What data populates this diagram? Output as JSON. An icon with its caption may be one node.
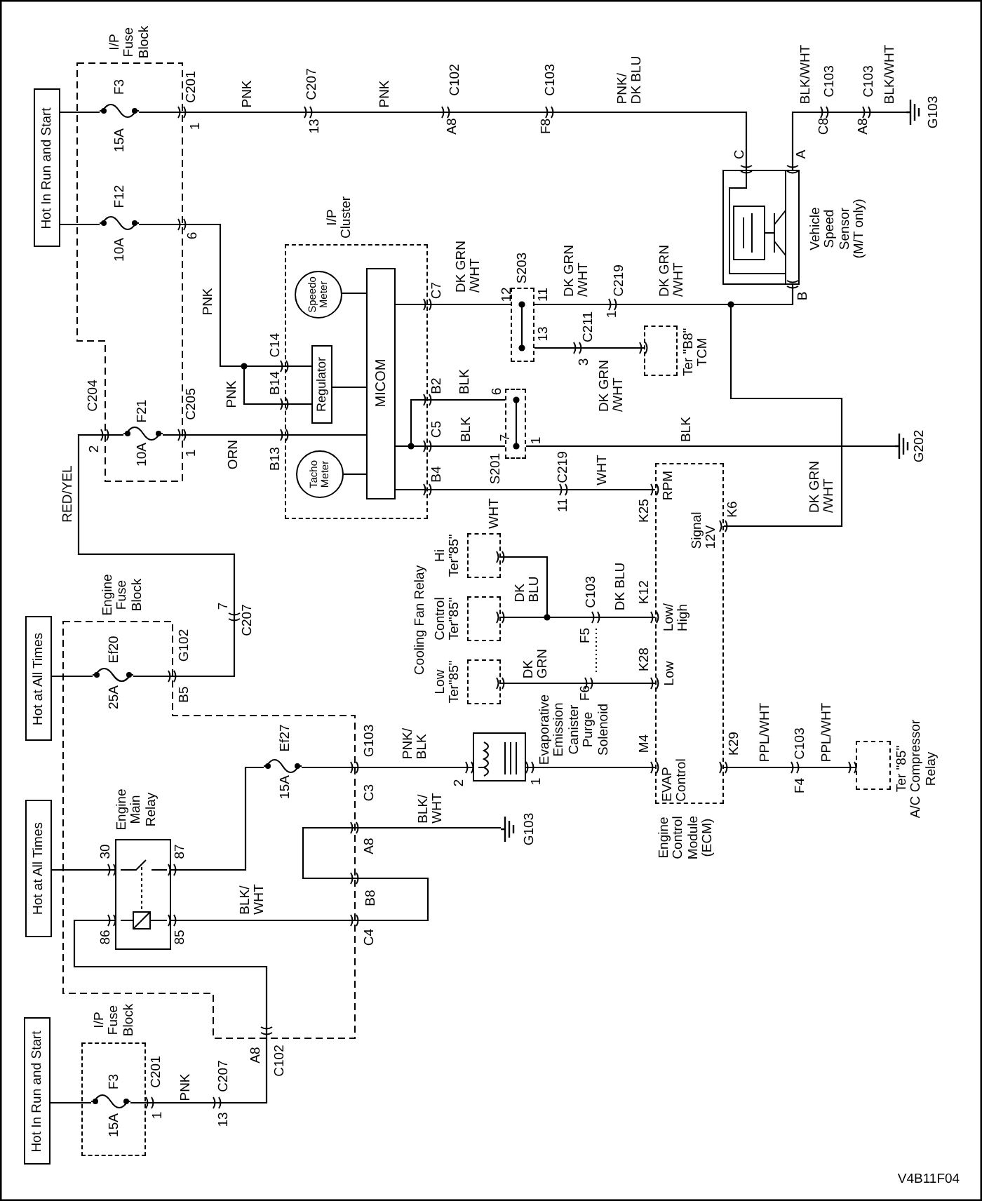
{
  "diagram": {
    "nodes": [
      {
        "text": [
          "Hot In Run and Start"
        ]
      },
      {
        "text": [
          "I/P Fuse Block"
        ]
      },
      {
        "text": [
          "I/P Cluster"
        ]
      },
      {
        "text": [
          "Speedo Meter"
        ],
        "in": 2
      },
      {
        "text": [
          "MICOM"
        ],
        "in": 2
      },
      {
        "text": [
          "Regulator"
        ],
        "in": 2
      },
      {
        "text": [
          "Tacho Meter"
        ],
        "in": 2
      },
      {
        "text": [
          "S203"
        ]
      },
      {
        "text": [
          "S201"
        ]
      },
      {
        "text": [
          "Vehicle Speed Sensor (M/T only)"
        ]
      },
      {
        "text": [
          "Ter \"B8\" TCM"
        ]
      },
      {
        "text": [
          "G103"
        ]
      },
      {
        "text": [
          "G202"
        ]
      },
      {
        "text": [
          "Engine Control Module (ECM)"
        ]
      },
      {
        "text": [
          "Hi Ter\"85\""
        ]
      },
      {
        "text": [
          "Control Ter\"85\""
        ]
      },
      {
        "text": [
          "Low Ter\"85\""
        ]
      },
      {
        "text": [
          "Engine Fuse Block"
        ]
      },
      {
        "text": [
          "Hot at All Times"
        ]
      },
      {
        "text": [
          "Hot at All Times"
        ]
      },
      {
        "text": [
          "Engine Main Relay"
        ],
        "in": 17
      },
      {
        "text": [
          "Evaporative Emission Canister Purge Solenoid"
        ]
      },
      {
        "text": [
          "Ter \"85\" A/C Compressor Relay"
        ]
      },
      {
        "text": [
          "G103"
        ]
      },
      {
        "text": [
          "I/P Fuse Block"
        ]
      },
      {
        "text": [
          "Hot In Run and Start"
        ]
      },
      {
        "text": [
          "F3",
          "15A"
        ],
        "in": 1
      },
      {
        "text": [
          "F12",
          "10A"
        ],
        "in": 1
      },
      {
        "text": [
          "F21",
          "10A"
        ],
        "in": 1
      },
      {
        "text": [
          "Ef20",
          "25A"
        ],
        "in": 17
      },
      {
        "text": [
          "Ef27",
          "15A"
        ],
        "in": 17
      },
      {
        "text": [
          "F3",
          "15A"
        ],
        "in": 24
      }
    ],
    "edges": [
      {
        "from": 0,
        "to": 26,
        "arrow": "none"
      },
      {
        "from": 9,
        "to": 11,
        "arrow": "none"
      },
      {
        "from": 0,
        "to": 27,
        "arrow": "none"
      },
      {
        "from": 3,
        "to": 4,
        "arrow": "none"
      },
      {
        "from": 5,
        "to": 4,
        "arrow": "none"
      },
      {
        "from": 6,
        "to": 4,
        "arrow": "none"
      },
      {
        "from": 4,
        "to": 7,
        "arrow": "none"
      },
      {
        "from": 7,
        "to": 9,
        "arrow": "none"
      },
      {
        "from": 7,
        "to": 13,
        "arrow": "none"
      },
      {
        "from": 7,
        "to": 10,
        "arrow": "none"
      },
      {
        "from": 18,
        "to": 29,
        "arrow": "none"
      },
      {
        "from": 4,
        "to": 8,
        "arrow": "none"
      },
      {
        "from": 8,
        "to": 12,
        "arrow": "none"
      },
      {
        "from": 4,
        "to": 13,
        "arrow": "none"
      },
      {
        "from": 14,
        "to": 13,
        "arrow": "none"
      },
      {
        "from": 15,
        "to": 13,
        "arrow": "none"
      },
      {
        "from": 16,
        "to": 13,
        "arrow": "none"
      },
      {
        "from": 19,
        "to": 20,
        "arrow": "none"
      },
      {
        "from": 20,
        "to": 30,
        "arrow": "none"
      },
      {
        "from": 21,
        "to": 13,
        "arrow": "none"
      },
      {
        "from": 13,
        "to": 22,
        "arrow": "none"
      },
      {
        "from": 20,
        "to": 23,
        "arrow": "none"
      },
      {
        "from": 20,
        "to": 31,
        "arrow": "none"
      },
      {
        "from": 26,
        "to": 9,
        "arrow": "none"
      },
      {
        "from": 27,
        "to": 5,
        "arrow": "none"
      },
      {
        "from": 29,
        "to": 28,
        "arrow": "none"
      },
      {
        "from": 28,
        "to": 4,
        "arrow": "none"
      },
      {
        "from": 30,
        "to": 21,
        "arrow": "none"
      },
      {
        "from": 31,
        "to": 25,
        "arrow": "none"
      }
    ],
    "labels": [
      "C201",
      "1",
      "PNK",
      "C207",
      "13",
      "PNK",
      "C102",
      "A8",
      "C103",
      "F8",
      "PNK/ DK BLU",
      "C",
      "A",
      "BLK/WHT",
      "C8",
      "C103",
      "A8",
      "C103",
      "BLK/WHT",
      "6",
      "PNK",
      "C7",
      "DK GRN /WHT",
      "12",
      "11",
      "DK GRN /WHT",
      "C219",
      "1",
      "DK GRN /WHT",
      "B",
      "13",
      "C211",
      "3",
      "DK GRN /WHT",
      "C14",
      "PNK",
      "B14",
      "B2",
      "BLK",
      "6",
      "C204",
      "2",
      "C205",
      "1",
      "ORN",
      "B13",
      "C5",
      "BLK",
      "B4",
      "WHT",
      "7",
      "1",
      "BLK",
      "C219",
      "11",
      "WHT",
      "K25",
      "RPM",
      "DK GRN /WHT",
      "K6",
      "Signal 12V",
      "RED/YEL",
      "7",
      "C207",
      "Cooling Fan Relay",
      "DK BLU",
      "C103",
      "F5",
      "DK BLU",
      "K12",
      "Low/ High",
      "DK GRN",
      "F6",
      "K28",
      "Low",
      "G102",
      "B5",
      "G103",
      "C3",
      "PNK/ BLK",
      "2",
      "1",
      "M4",
      "EVAP Control",
      "K29",
      "PPL/WHT",
      "C103",
      "F4",
      "PPL/WHT",
      "30",
      "87",
      "BLK/ WHT",
      "A8",
      "86",
      "85",
      "BLK/ WHT",
      "B8",
      "C4",
      "C201",
      "1",
      "PNK",
      "C207",
      "13",
      "A8",
      "C102",
      "V4B11F04"
    ]
  }
}
